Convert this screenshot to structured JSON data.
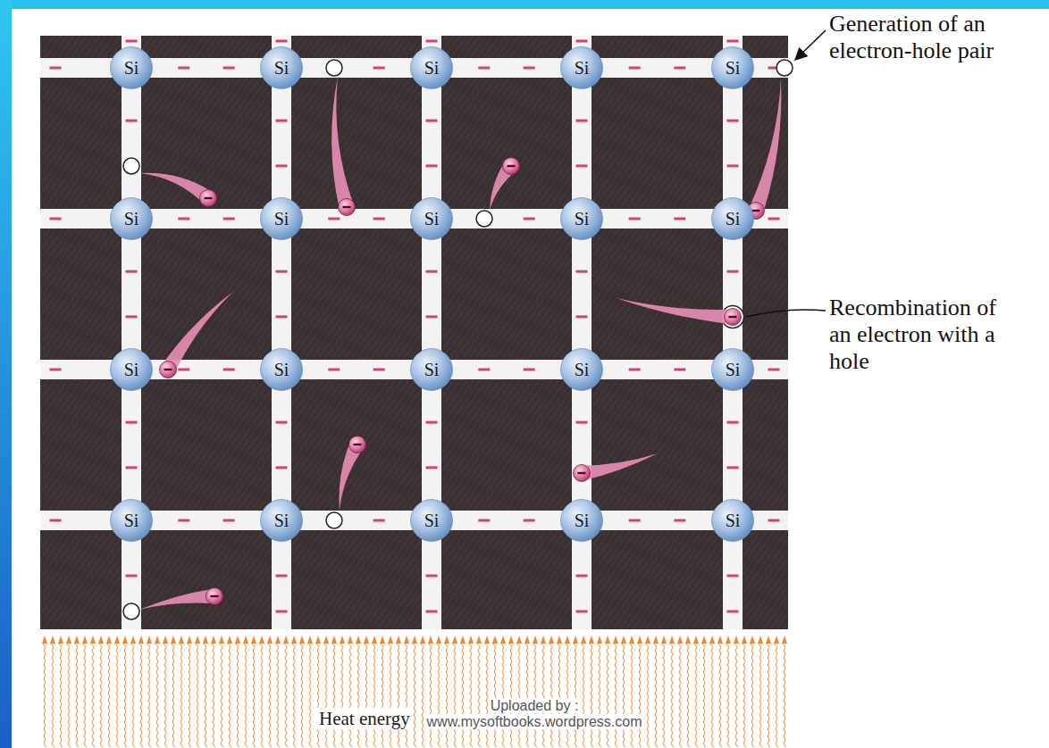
{
  "diagram": {
    "nodes": [
      {
        "text": [
          "Si"
        ]
      },
      {
        "text": [
          "Si"
        ]
      },
      {
        "text": [
          "Si"
        ]
      },
      {
        "text": [
          "Si"
        ]
      },
      {
        "text": [
          "Si"
        ]
      },
      {
        "text": [
          "Si"
        ]
      },
      {
        "text": [
          "Si"
        ]
      },
      {
        "text": [
          "Si"
        ]
      },
      {
        "text": [
          "Si"
        ]
      },
      {
        "text": [
          "Si"
        ]
      },
      {
        "text": [
          "Si"
        ]
      },
      {
        "text": [
          "Si"
        ]
      },
      {
        "text": [
          "Si"
        ]
      },
      {
        "text": [
          "Si"
        ]
      },
      {
        "text": [
          "Si"
        ]
      },
      {
        "text": [
          "Si"
        ]
      },
      {
        "text": [
          "Si"
        ]
      },
      {
        "text": [
          "Si"
        ]
      },
      {
        "text": [
          "Si"
        ]
      },
      {
        "text": [
          "Si"
        ]
      }
    ],
    "edges": [
      {
        "from": 0,
        "to": 1,
        "arrow": "none"
      },
      {
        "from": 1,
        "to": 2,
        "arrow": "none"
      },
      {
        "from": 2,
        "to": 3,
        "arrow": "none"
      },
      {
        "from": 3,
        "to": 4,
        "arrow": "none"
      },
      {
        "from": 5,
        "to": 6,
        "arrow": "none"
      },
      {
        "from": 6,
        "to": 7,
        "arrow": "none"
      },
      {
        "from": 7,
        "to": 8,
        "arrow": "none"
      },
      {
        "from": 8,
        "to": 9,
        "arrow": "none"
      },
      {
        "from": 10,
        "to": 11,
        "arrow": "none"
      },
      {
        "from": 11,
        "to": 12,
        "arrow": "none"
      },
      {
        "from": 12,
        "to": 13,
        "arrow": "none"
      },
      {
        "from": 13,
        "to": 14,
        "arrow": "none"
      },
      {
        "from": 15,
        "to": 16,
        "arrow": "none"
      },
      {
        "from": 16,
        "to": 17,
        "arrow": "none"
      },
      {
        "from": 17,
        "to": 18,
        "arrow": "none"
      },
      {
        "from": 18,
        "to": 19,
        "arrow": "none"
      },
      {
        "from": 0,
        "to": 5,
        "arrow": "none"
      },
      {
        "from": 1,
        "to": 6,
        "arrow": "none"
      },
      {
        "from": 2,
        "to": 7,
        "arrow": "none"
      },
      {
        "from": 3,
        "to": 8,
        "arrow": "none"
      },
      {
        "from": 4,
        "to": 9,
        "arrow": "none"
      },
      {
        "from": 5,
        "to": 10,
        "arrow": "none"
      },
      {
        "from": 6,
        "to": 11,
        "arrow": "none"
      },
      {
        "from": 7,
        "to": 12,
        "arrow": "none"
      },
      {
        "from": 8,
        "to": 13,
        "arrow": "none"
      },
      {
        "from": 9,
        "to": 14,
        "arrow": "none"
      },
      {
        "from": 10,
        "to": 15,
        "arrow": "none"
      },
      {
        "from": 11,
        "to": 16,
        "arrow": "none"
      },
      {
        "from": 12,
        "to": 17,
        "arrow": "none"
      },
      {
        "from": 13,
        "to": 18,
        "arrow": "none"
      },
      {
        "from": 14,
        "to": 19,
        "arrow": "none"
      }
    ],
    "labels": [
      "Generation of an electron-hole pair",
      "Recombination of an electron with a hole",
      "Heat energy",
      "Uploaded by : www.mysoftbooks.wordpress.com"
    ]
  }
}
